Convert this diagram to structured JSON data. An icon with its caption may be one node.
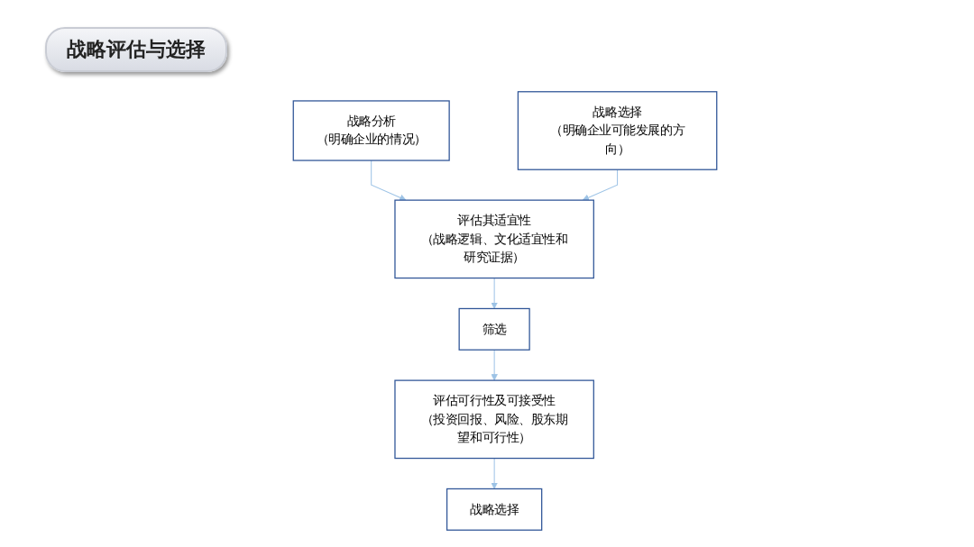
{
  "diagram": {
    "title": "战略评估与选择",
    "nodes": [
      {
        "text": [
          "战略分析",
          "（明确企业的情况）"
        ]
      },
      {
        "text": [
          "战略选择",
          "（明确企业可能发展的方向）"
        ]
      },
      {
        "text": [
          "评估其适宜性",
          "（战略逻辑、文化适宜性和研究证据）"
        ]
      },
      {
        "text": [
          "筛选"
        ]
      },
      {
        "text": [
          "评估可行性及可接受性",
          "（投资回报、风险、股东期望和可行性）"
        ]
      },
      {
        "text": [
          "战略选择"
        ]
      }
    ],
    "edges": [
      {
        "from": 0,
        "to": 2,
        "arrow": "to"
      },
      {
        "from": 1,
        "to": 2,
        "arrow": "to"
      },
      {
        "from": 2,
        "to": 3,
        "arrow": "to"
      },
      {
        "from": 3,
        "to": 4,
        "arrow": "to"
      },
      {
        "from": 4,
        "to": 5,
        "arrow": "to"
      }
    ]
  }
}
